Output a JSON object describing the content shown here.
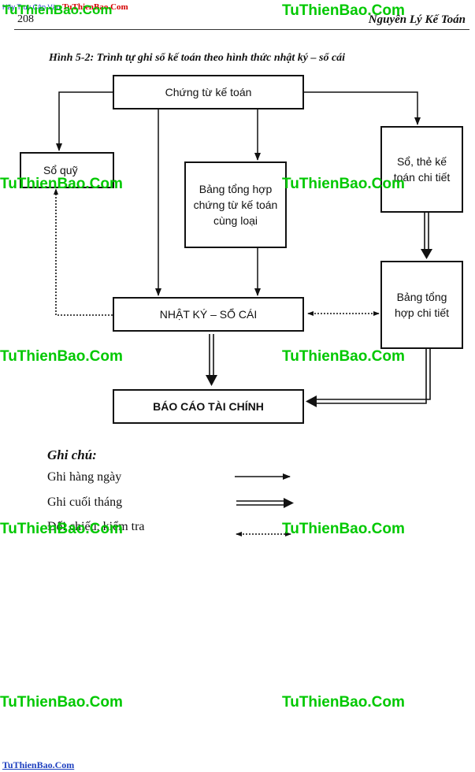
{
  "top_note": {
    "prefix": "Hãy Truy Cập Vào",
    "site": "TuThienBao.Com"
  },
  "header": {
    "page_number": "208",
    "book_title": "Nguyên Lý Kế Toán"
  },
  "figure_title": "Hình 5-2: Trình tự ghi sổ kế toán theo hình thức nhật ký – sổ cái",
  "nodes": {
    "chung_tu": "Chứng từ kế toán",
    "so_quy": "Sổ quỹ",
    "bang_tong_hop_ct": "Bảng tổng hợp chứng từ kế toán cùng loại",
    "so_the_chi_tiet": "Sổ, thẻ kế toán chi tiết",
    "nhat_ky_so_cai": "NHẬT KÝ – SỔ CÁI",
    "bang_tong_hop_chi_tiet": "Bảng tổng hợp chi tiết",
    "bao_cao": "BÁO CÁO TÀI CHÍNH"
  },
  "legend": {
    "title": "Ghi chú:",
    "items": [
      "Ghi hàng ngày",
      "Ghi cuối tháng",
      "Đối chiếu, kiểm tra"
    ]
  },
  "watermark": "TuThienBao.Com",
  "bottom_logo": "TuThienBao.Com"
}
